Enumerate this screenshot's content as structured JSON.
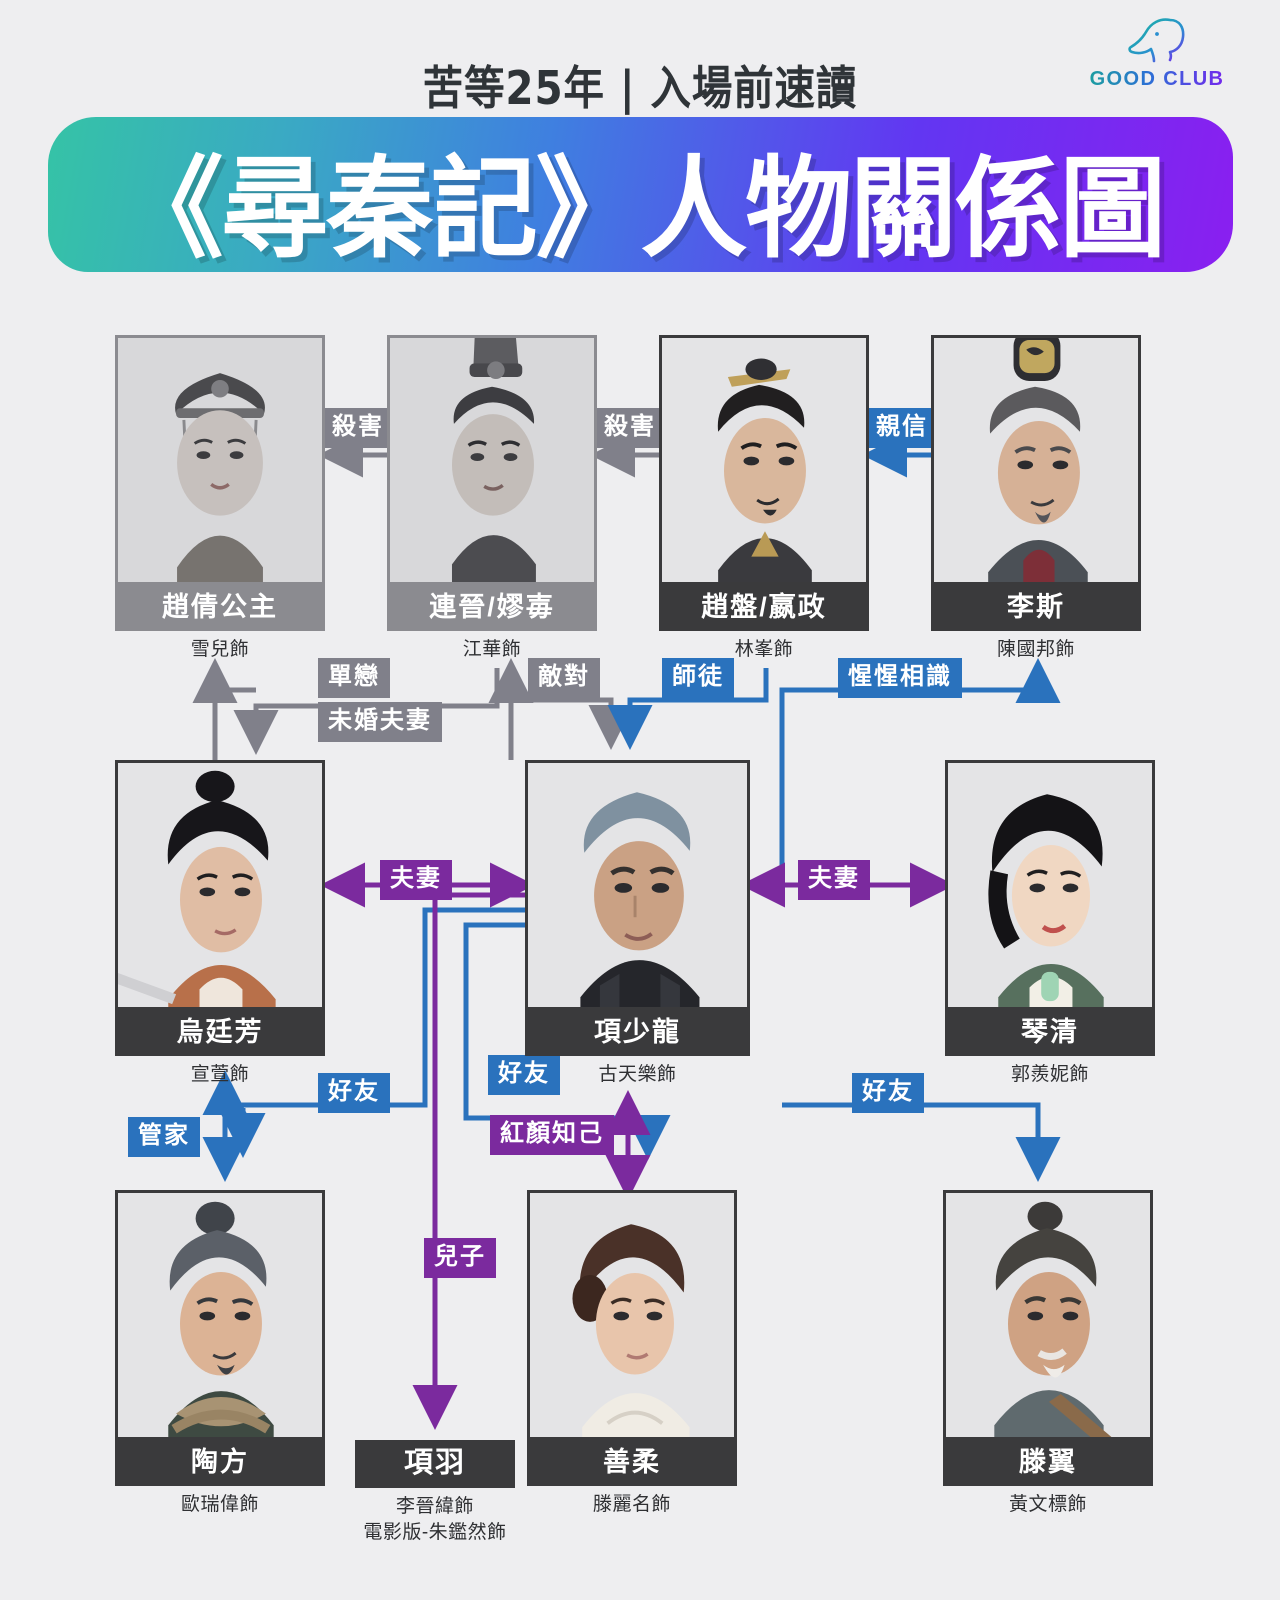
{
  "header": {
    "subtitle": "苦等25年 | 入場前速讀",
    "title": "《尋秦記》人物關係圖",
    "logo_text": "GOOD CLUB",
    "logo_icon": "elephant-head-icon",
    "banner_gradient_from": "#35c3a6",
    "banner_gradient_to": "#8a1ff0"
  },
  "colors": {
    "background": "#eeeef0",
    "gray": "#80808a",
    "blue": "#2a72bd",
    "purple": "#7b2a9e",
    "dark": "#3a3a3c"
  },
  "characters": [
    {
      "id": "zhaoqian",
      "name": "趙倩公主",
      "actor": "雪兒飾",
      "grayscale": true,
      "row": 1
    },
    {
      "id": "lianjin",
      "name": "連晉/嫪毐",
      "actor": "江華飾",
      "grayscale": true,
      "row": 1
    },
    {
      "id": "zhaopan",
      "name": "趙盤/嬴政",
      "actor": "林峯飾",
      "grayscale": false,
      "row": 1
    },
    {
      "id": "lisi",
      "name": "李斯",
      "actor": "陳國邦飾",
      "grayscale": false,
      "row": 1
    },
    {
      "id": "wutingfang",
      "name": "烏廷芳",
      "actor": "宣萱飾",
      "grayscale": false,
      "row": 2
    },
    {
      "id": "xiangshaolong",
      "name": "項少龍",
      "actor": "古天樂飾",
      "grayscale": false,
      "row": 2
    },
    {
      "id": "qinqing",
      "name": "琴清",
      "actor": "郭羨妮飾",
      "grayscale": false,
      "row": 2
    },
    {
      "id": "taofang",
      "name": "陶方",
      "actor": "歐瑞偉飾",
      "grayscale": false,
      "row": 3
    },
    {
      "id": "shanrou",
      "name": "善柔",
      "actor": "滕麗名飾",
      "grayscale": false,
      "row": 3
    },
    {
      "id": "tengyi",
      "name": "滕翼",
      "actor": "黃文標飾",
      "grayscale": false,
      "row": 3
    }
  ],
  "no_photo_character": {
    "id": "xiangyu",
    "name": "項羽",
    "actor_line1": "李晉緯飾",
    "actor_line2": "電影版-朱鑑然飾"
  },
  "relations": [
    {
      "id": "r1",
      "label": "殺害",
      "color": "gray",
      "from": "lianjin",
      "to": "zhaoqian"
    },
    {
      "id": "r2",
      "label": "殺害",
      "color": "gray",
      "from": "zhaopan",
      "to": "lianjin"
    },
    {
      "id": "r3",
      "label": "親信",
      "color": "blue",
      "from": "lisi",
      "to": "zhaopan"
    },
    {
      "id": "r4",
      "label": "單戀",
      "color": "gray",
      "from": "wutingfang",
      "to": "zhaoqian"
    },
    {
      "id": "r5",
      "label": "未婚夫妻",
      "color": "gray",
      "from": "lianjin",
      "to": "wutingfang"
    },
    {
      "id": "r6",
      "label": "敵對",
      "color": "gray",
      "from": "xiangshaolong",
      "to": "lianjin"
    },
    {
      "id": "r7",
      "label": "師徒",
      "color": "blue",
      "from": "xiangshaolong",
      "to": "zhaopan"
    },
    {
      "id": "r8",
      "label": "惺惺相識",
      "color": "blue",
      "from": "xiangshaolong",
      "to": "lisi"
    },
    {
      "id": "r9",
      "label": "夫妻",
      "color": "purple",
      "from": "wutingfang",
      "to": "xiangshaolong"
    },
    {
      "id": "r10",
      "label": "夫妻",
      "color": "purple",
      "from": "qinqing",
      "to": "xiangshaolong"
    },
    {
      "id": "r11",
      "label": "好友",
      "color": "blue",
      "from": "xiangshaolong",
      "to": "taofang"
    },
    {
      "id": "r12",
      "label": "管家",
      "color": "blue",
      "from": "wutingfang",
      "to": "taofang"
    },
    {
      "id": "r13",
      "label": "好友",
      "color": "blue",
      "from": "xiangshaolong",
      "to": "shanrou"
    },
    {
      "id": "r14",
      "label": "紅顏知己",
      "color": "purple",
      "from": "xiangshaolong",
      "to": "shanrou"
    },
    {
      "id": "r15",
      "label": "好友",
      "color": "blue",
      "from": "xiangshaolong",
      "to": "tengyi"
    },
    {
      "id": "r16",
      "label": "兒子",
      "color": "purple",
      "from": "xiangshaolong",
      "to": "xiangyu"
    }
  ]
}
